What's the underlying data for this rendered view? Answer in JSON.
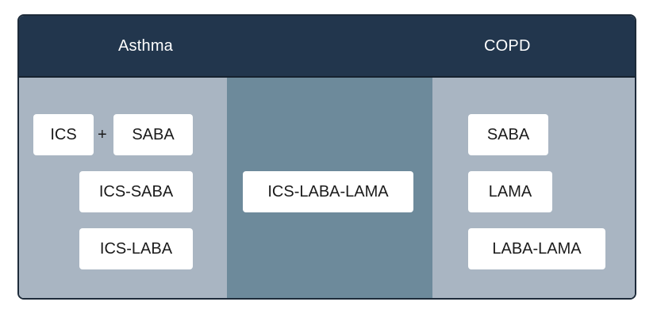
{
  "header": {
    "asthma": "Asthma",
    "copd": "COPD"
  },
  "asthma": {
    "row1_left": "ICS",
    "plus": "+",
    "row1_right": "SABA",
    "row2": "ICS-SABA",
    "row3": "ICS-LABA"
  },
  "overlap": {
    "box": "ICS-LABA-LAMA"
  },
  "copd": {
    "row1": "SABA",
    "row2": "LAMA",
    "row3": "LABA-LAMA"
  },
  "colors": {
    "header": "#22364d",
    "side_panels": "#a9b5c2",
    "middle_panel": "#6d8a9b",
    "boxes": "#ffffff"
  }
}
